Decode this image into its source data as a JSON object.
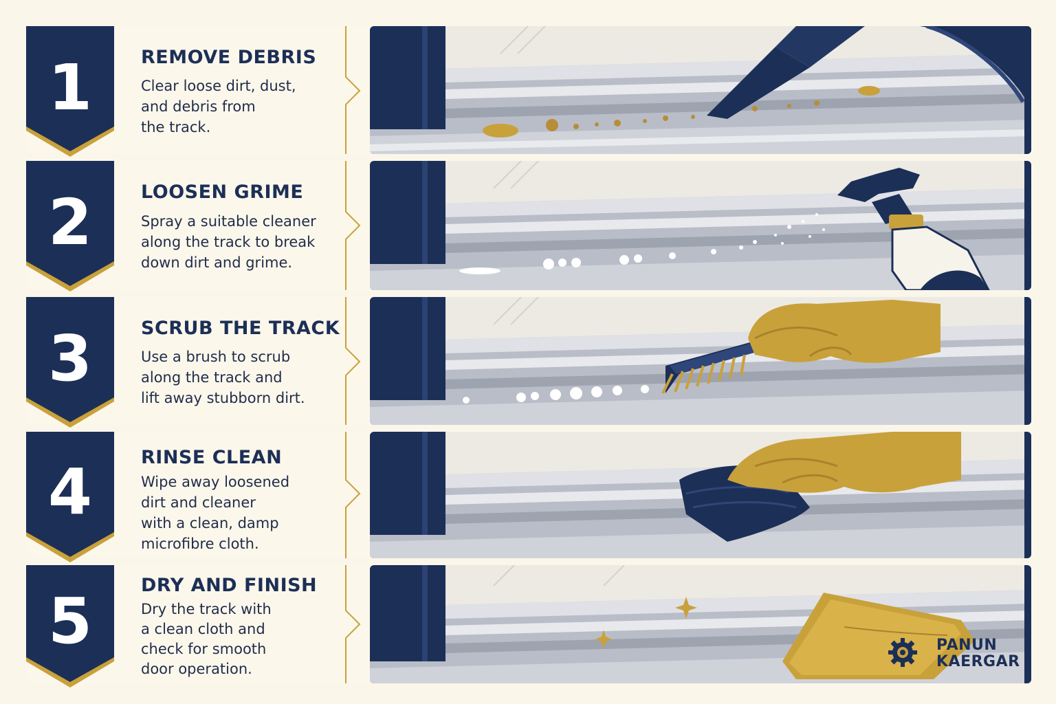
{
  "colors": {
    "navy": "#1c2f57",
    "gold": "#c9a13b",
    "background": "#fbf6ea",
    "track": "#c9ccd4"
  },
  "steps": [
    {
      "number": "1",
      "title": "REMOVE DEBRIS",
      "lines": [
        "Clear loose dirt, dust,",
        "and debris from",
        "the track."
      ],
      "illustration": "vacuum-nozzle-icon"
    },
    {
      "number": "2",
      "title": "LOOSEN GRIME",
      "lines": [
        "Spray a suitable cleaner",
        "along the track to break",
        "down dirt and grime."
      ],
      "illustration": "spray-bottle-icon"
    },
    {
      "number": "3",
      "title": "SCRUB THE TRACK",
      "lines": [
        "Use a brush to scrub",
        "along the track and",
        "lift away stubborn dirt."
      ],
      "illustration": "scrub-brush-icon"
    },
    {
      "number": "4",
      "title": "RINSE CLEAN",
      "lines": [
        "Wipe away loosened",
        "dirt and cleaner",
        "with a clean, damp",
        "microfibre cloth."
      ],
      "illustration": "gloved-hand-cloth-icon"
    },
    {
      "number": "5",
      "title": "DRY AND FINISH",
      "lines": [
        "Dry the track with",
        "a clean cloth and",
        "check for smooth",
        "door operation."
      ],
      "illustration": "folded-cloth-icon"
    }
  ],
  "logo": {
    "line1": "PANUN",
    "line2": "KAERGAR",
    "icon": "gear-icon"
  }
}
